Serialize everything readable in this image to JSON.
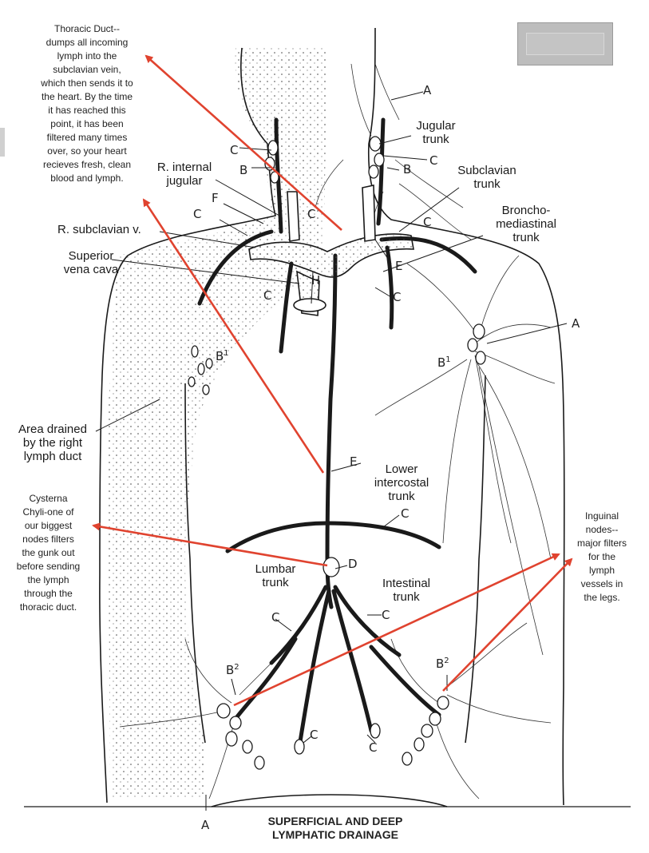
{
  "title": "SUPERFICIAL AND DEEP\nLYMPHATIC DRAINAGE",
  "notes": {
    "thoracic_duct": "Thoracic Duct--\ndumps all incoming\nlymph into the\nsubclavian vein,\nwhich then sends it to\nthe heart. By the time\nit has reached this\npoint, it has been\nfiltered many times\nover, so your heart\nrecieves fresh, clean\nblood and lymph.",
    "cysterna_chyli": "Cysterna\nChyli-one of\nour biggest\nnodes filters\nthe gunk out\nbefore sending\nthe lymph\nthrough the\nthoracic duct.",
    "inguinal_nodes": "Inguinal\nnodes--\nmajor filters\nfor the\nlymph\nvessels in\nthe legs."
  },
  "labels": {
    "jugular_trunk": "Jugular\ntrunk",
    "subclavian_trunk": "Subclavian\ntrunk",
    "bronchomediastinal_trunk": "Broncho-\nmediastinal\ntrunk",
    "r_internal_jugular": "R. internal\njugular",
    "r_subclavian_v": "R. subclavian v.",
    "superior_vena_cava": "Superior\nvena cava",
    "area_drained": "Area drained\nby the right\nlymph duct",
    "lower_intercostal_trunk": "Lower\nintercostal\ntrunk",
    "lumbar_trunk": "Lumbar\ntrunk",
    "intestinal_trunk": "Intestinal\ntrunk"
  },
  "letters": {
    "A": "A",
    "B": "B",
    "B1": "B",
    "B1_sup": "1",
    "B2": "B",
    "B2_sup": "2",
    "C": "C",
    "D": "D",
    "E": "E",
    "F": "F",
    "H": "H"
  },
  "colors": {
    "annotation_arrow": "#e0432f",
    "line_art": "#1a1a1a"
  }
}
